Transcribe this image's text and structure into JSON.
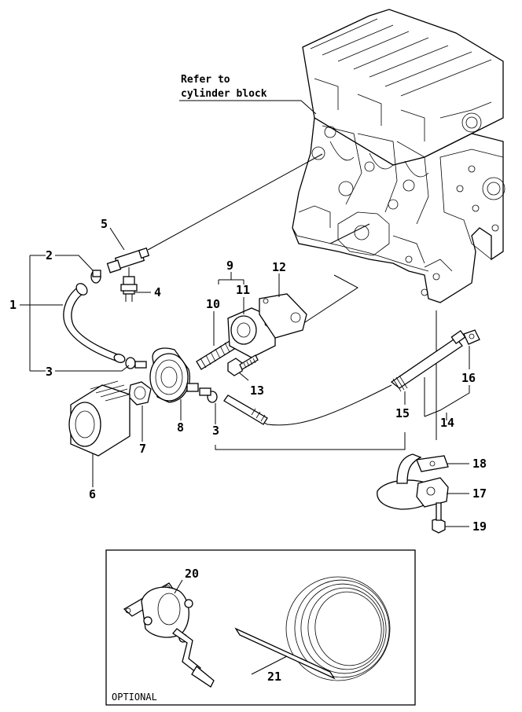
{
  "note": {
    "line1": "Refer to",
    "line2": "cylinder block"
  },
  "callouts": {
    "c1": "1",
    "c2": "2",
    "c3a": "3",
    "c3b": "3",
    "c4": "4",
    "c5": "5",
    "c6": "6",
    "c7": "7",
    "c8": "8",
    "c9": "9",
    "c10": "10",
    "c11": "11",
    "c12": "12",
    "c13": "13",
    "c14": "14",
    "c15": "15",
    "c16": "16",
    "c17": "17",
    "c18": "18",
    "c19": "19",
    "c20": "20",
    "c21": "21"
  },
  "optional_box": {
    "label": "OPTIONAL"
  }
}
